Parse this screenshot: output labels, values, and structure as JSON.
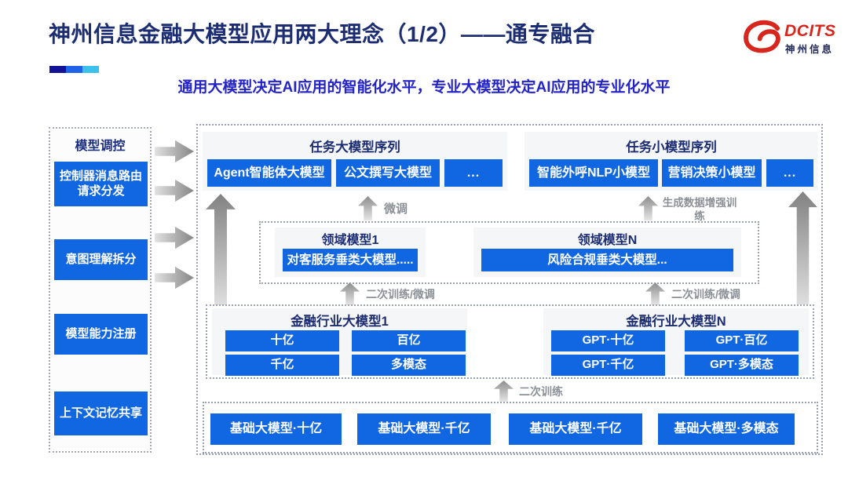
{
  "header": {
    "title": "神州信息金融大模型应用两大理念（1/2）——通专融合",
    "subtitle": "通用大模型决定AI应用的智能化水平，专业大模型决定AI应用的专业化水平",
    "logo_text": "DCITS",
    "logo_subtext": "神州信息"
  },
  "sidebar": {
    "title": "模型调控",
    "items": [
      "控制器消息路由请求分发",
      "意图理解拆分",
      "模型能力注册",
      "上下文记忆共享"
    ]
  },
  "task_large": {
    "title": "任务大模型序列",
    "items": [
      "Agent智能体大模型",
      "公文撰写大模型",
      "..."
    ]
  },
  "task_small": {
    "title": "任务小模型序列",
    "items": [
      "智能外呼NLP小模型",
      "营销决策小模型",
      "..."
    ]
  },
  "labels": {
    "finetune": "微调",
    "gen_data_training": "生成数据增强训练",
    "retrain_finetune": "二次训练/微调",
    "retrain": "二次训练"
  },
  "domain1": {
    "title": "领域模型1",
    "item": "对客服务垂类大模型....."
  },
  "domainN": {
    "title": "领域模型N",
    "item": "风险合规垂类大模型..."
  },
  "industry1": {
    "title": "金融行业大模型1",
    "items": [
      "十亿",
      "百亿",
      "千亿",
      "多模态"
    ]
  },
  "industryN": {
    "title": "金融行业大模型N",
    "items": [
      "GPT·十亿",
      "GPT·百亿",
      "GPT·千亿",
      "GPT·多模态"
    ]
  },
  "base_models": [
    "基础大模型·十亿",
    "基础大模型·千亿",
    "基础大模型·千亿",
    "基础大模型·多模态"
  ],
  "colors": {
    "primary_blue": "#1166e2",
    "navy": "#1c2d72",
    "subtitle_blue": "#2323c8",
    "logo_red": "#d7261d",
    "label_gray": "#8b9097"
  }
}
